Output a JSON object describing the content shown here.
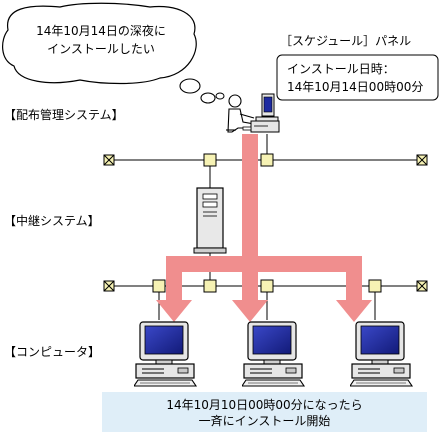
{
  "thought_bubble": {
    "line1": "14年10月14日の深夜に",
    "line2": "インストールしたい"
  },
  "panel": {
    "title": "［スケジュール］パネル",
    "line1": "インストール日時：",
    "line2": "14年10月14日00時00分"
  },
  "sections": {
    "management": "【配布管理システム】",
    "relay": "【中継システム】",
    "computers": "【コンピュータ】"
  },
  "bottom_note": {
    "line1": "14年10月10日00時00分になったら",
    "line2": "一斉にインストール開始"
  },
  "colors": {
    "arrow": "#f08e8e",
    "note_box": "#dfeef8",
    "node_fill": "#f6f2b4",
    "screen": "#1d2aa0",
    "monitor_body": "#e6e6e6"
  }
}
